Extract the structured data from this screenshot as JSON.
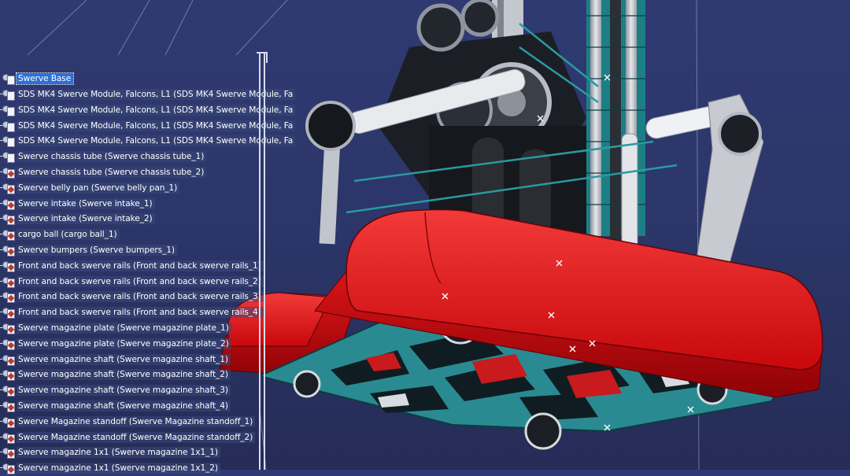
{
  "tree": {
    "root_label": "Swerve Base",
    "items": [
      {
        "label": "SDS MK4 Swerve Module, Falcons, L1 (SDS MK4 Swerve Module, Fa"
      },
      {
        "label": "SDS MK4 Swerve Module, Falcons, L1 (SDS MK4 Swerve Module, Fa"
      },
      {
        "label": "SDS MK4 Swerve Module, Falcons, L1 (SDS MK4 Swerve Module, Fa"
      },
      {
        "label": "SDS MK4 Swerve Module, Falcons, L1 (SDS MK4 Swerve Module, Fa"
      },
      {
        "label": "Swerve chassis tube (Swerve chassis tube_1)"
      },
      {
        "label": "Swerve chassis tube (Swerve chassis tube_2)"
      },
      {
        "label": "Swerve belly pan (Swerve belly pan_1)"
      },
      {
        "label": "Swerve intake (Swerve intake_1)"
      },
      {
        "label": "Swerve intake (Swerve intake_2)"
      },
      {
        "label": "cargo ball (cargo ball_1)"
      },
      {
        "label": "Swerve bumpers (Swerve bumpers_1)"
      },
      {
        "label": "Front and back swerve rails (Front and back swerve rails_1)"
      },
      {
        "label": "Front and back swerve rails (Front and back swerve rails_2)"
      },
      {
        "label": "Front and back swerve rails (Front and back swerve rails_3)"
      },
      {
        "label": "Front and back swerve rails (Front and back swerve rails_4)"
      },
      {
        "label": "Swerve magazine plate (Swerve magazine plate_1)"
      },
      {
        "label": "Swerve magazine plate (Swerve magazine plate_2)"
      },
      {
        "label": "Swerve magazine shaft (Swerve magazine shaft_1)"
      },
      {
        "label": "Swerve magazine shaft (Swerve magazine shaft_2)"
      },
      {
        "label": "Swerve magazine shaft (Swerve magazine shaft_3)"
      },
      {
        "label": "Swerve magazine shaft (Swerve magazine shaft_4)"
      },
      {
        "label": "Swerve Magazine standoff (Swerve Magazine standoff_1)"
      },
      {
        "label": "Swerve Magazine standoff (Swerve Magazine standoff_2)"
      },
      {
        "label": "Swerve magazine 1x1 (Swerve magazine 1x1_1)"
      },
      {
        "label": "Swerve magazine 1x1 (Swerve magazine 1x1_2)"
      }
    ]
  },
  "colors": {
    "background": "#2c3669",
    "bumper_red": "#e0191b",
    "frame_teal": "#2a8f96",
    "metal_gray": "#c9ccd2",
    "selection_blue": "#2d6fd6"
  }
}
